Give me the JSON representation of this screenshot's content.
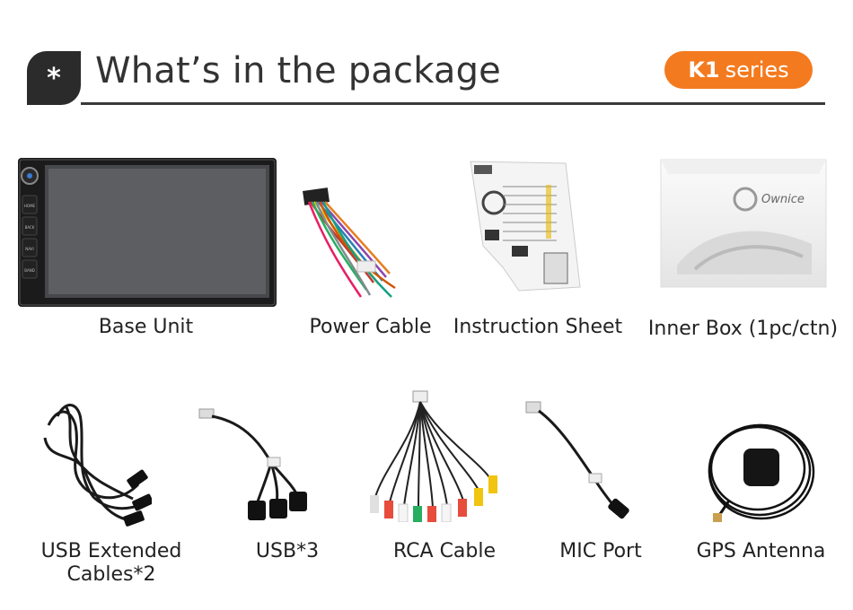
{
  "header": {
    "badge_symbol": "*",
    "title": "What’s in the package",
    "series_prefix": "K1",
    "series_suffix": "series",
    "accent_color": "#f47a1f"
  },
  "items": [
    {
      "label": "Base Unit",
      "icon": "head-unit-image"
    },
    {
      "label": "Power Cable",
      "icon": "power-cable-image"
    },
    {
      "label": "Instruction Sheet",
      "icon": "instruction-sheet-image"
    },
    {
      "label": "Inner Box (1pc/ctn)",
      "icon": "inner-box-image"
    },
    {
      "label": "USB Extended Cables*2",
      "icon": "usb-extended-cables-image"
    },
    {
      "label": "USB*3",
      "icon": "usb-hub-cable-image"
    },
    {
      "label": "RCA Cable",
      "icon": "rca-cable-image"
    },
    {
      "label": "MIC Port",
      "icon": "mic-port-cable-image"
    },
    {
      "label": "GPS Antenna",
      "icon": "gps-antenna-image"
    }
  ],
  "box_brand": "Ownice",
  "head_unit_buttons": [
    "HOME",
    "BACK",
    "NAVI",
    "BAND"
  ]
}
